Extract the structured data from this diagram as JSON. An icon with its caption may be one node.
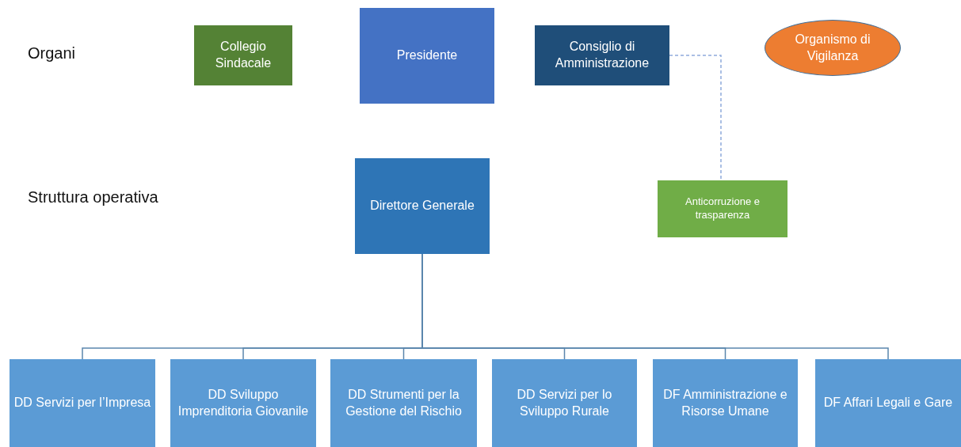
{
  "diagram": {
    "nodes": [
      {
        "text": [
          "Collegio Sindacale"
        ]
      },
      {
        "text": [
          "Presidente"
        ]
      },
      {
        "text": [
          "Consiglio di Amministrazione"
        ]
      },
      {
        "text": [
          "Organismo di Vigilanza"
        ]
      },
      {
        "text": [
          "Direttore Generale"
        ]
      },
      {
        "text": [
          "Anticorruzione e trasparenza"
        ]
      },
      {
        "text": [
          "DD Servizi per l’Impresa"
        ]
      },
      {
        "text": [
          "DD Sviluppo Imprenditoria Giovanile"
        ]
      },
      {
        "text": [
          "DD Strumenti per la Gestione del Rischio"
        ]
      },
      {
        "text": [
          "DD Servizi per lo Sviluppo Rurale"
        ]
      },
      {
        "text": [
          "DF Amministrazione e Risorse Umane"
        ]
      },
      {
        "text": [
          "DF Affari Legali e Gare"
        ]
      }
    ],
    "edges": [
      {
        "from": 2,
        "to": 5,
        "arrow": "none",
        "style": "dashed",
        "color": "#8faadc"
      },
      {
        "from": 4,
        "to": 6,
        "arrow": "none"
      },
      {
        "from": 4,
        "to": 7,
        "arrow": "none"
      },
      {
        "from": 4,
        "to": 8,
        "arrow": "none"
      },
      {
        "from": 4,
        "to": 9,
        "arrow": "none"
      },
      {
        "from": 4,
        "to": 10,
        "arrow": "none"
      },
      {
        "from": 4,
        "to": 11,
        "arrow": "none"
      }
    ],
    "labels": [
      "Organi",
      "Struttura operativa"
    ]
  }
}
